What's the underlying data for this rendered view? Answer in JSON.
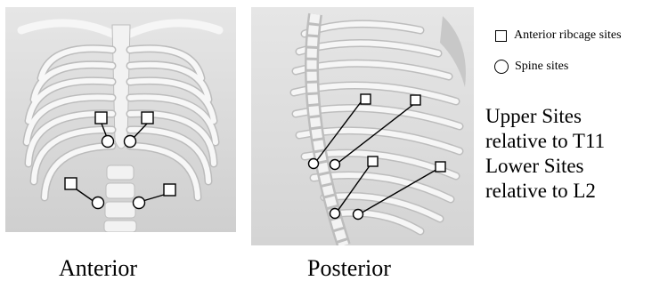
{
  "legend": {
    "square_label": "Anterior ribcage sites",
    "circle_label": "Spine sites"
  },
  "notes": {
    "upper_line1": "Upper Sites",
    "upper_line2": "relative to T11",
    "lower_line1": "Lower Sites",
    "lower_line2": "relative to L2"
  },
  "captions": {
    "anterior": "Anterior",
    "posterior": "Posterior"
  },
  "colors": {
    "panel_background": "#d9d9d9",
    "bone": "#f4f4f4",
    "bone_shadow": "#c4c4c4",
    "marker_stroke": "#000000",
    "marker_fill": "#ffffff"
  }
}
